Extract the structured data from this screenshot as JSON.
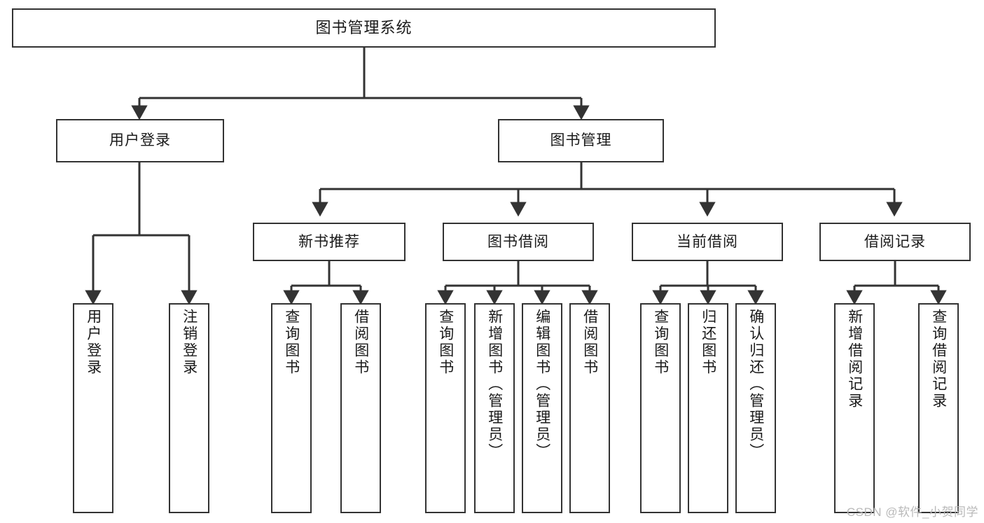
{
  "diagram": {
    "type": "tree",
    "title": "图书管理系统",
    "orientation": "top-down",
    "edge_style": "orthogonal-arrow",
    "colors": {
      "node_border": "#333333",
      "node_fill": "#ffffff",
      "edge": "#333333",
      "text": "#1a1a1a",
      "watermark": "#b9b9b9",
      "background": "#ffffff"
    },
    "nodes": {
      "root": {
        "label": "图书管理系统",
        "level": 0,
        "text_direction": "horizontal"
      },
      "level1": [
        {
          "id": "user-login",
          "label": "用户登录",
          "text_direction": "horizontal"
        },
        {
          "id": "book-manage",
          "label": "图书管理",
          "text_direction": "horizontal"
        }
      ],
      "level2": [
        {
          "id": "new-book-recommend",
          "label": "新书推荐",
          "parent": "book-manage",
          "text_direction": "horizontal"
        },
        {
          "id": "book-borrow",
          "label": "图书借阅",
          "parent": "book-manage",
          "text_direction": "horizontal"
        },
        {
          "id": "current-borrow",
          "label": "当前借阅",
          "parent": "book-manage",
          "text_direction": "horizontal"
        },
        {
          "id": "borrow-record",
          "label": "借阅记录",
          "parent": "book-manage",
          "text_direction": "horizontal"
        }
      ],
      "leaves": [
        {
          "id": "leaf-user-login",
          "label": "用户登录",
          "parent": "user-login",
          "text_direction": "vertical"
        },
        {
          "id": "leaf-user-logout",
          "label": "注销登录",
          "parent": "user-login",
          "text_direction": "vertical"
        },
        {
          "id": "leaf-query-book-1",
          "label": "查询图书",
          "parent": "new-book-recommend",
          "text_direction": "vertical"
        },
        {
          "id": "leaf-borrow-book-1",
          "label": "借阅图书",
          "parent": "new-book-recommend",
          "text_direction": "vertical"
        },
        {
          "id": "leaf-query-book-2",
          "label": "查询图书",
          "parent": "book-borrow",
          "text_direction": "vertical"
        },
        {
          "id": "leaf-add-book",
          "label": "新增图书（管理员）",
          "parent": "book-borrow",
          "text_direction": "vertical"
        },
        {
          "id": "leaf-edit-book",
          "label": "编辑图书（管理员）",
          "parent": "book-borrow",
          "text_direction": "vertical"
        },
        {
          "id": "leaf-borrow-book-2",
          "label": "借阅图书",
          "parent": "book-borrow",
          "text_direction": "vertical"
        },
        {
          "id": "leaf-query-book-3",
          "label": "查询图书",
          "parent": "current-borrow",
          "text_direction": "vertical"
        },
        {
          "id": "leaf-return-book",
          "label": "归还图书",
          "parent": "current-borrow",
          "text_direction": "vertical"
        },
        {
          "id": "leaf-confirm-return",
          "label": "确认归还（管理员）",
          "parent": "current-borrow",
          "text_direction": "vertical"
        },
        {
          "id": "leaf-add-record",
          "label": "新增借阅记录",
          "parent": "borrow-record",
          "text_direction": "vertical"
        },
        {
          "id": "leaf-query-record",
          "label": "查询借阅记录",
          "parent": "borrow-record",
          "text_direction": "vertical"
        }
      ]
    }
  },
  "watermark": {
    "text": "CSDN @软件_小贺同学"
  }
}
